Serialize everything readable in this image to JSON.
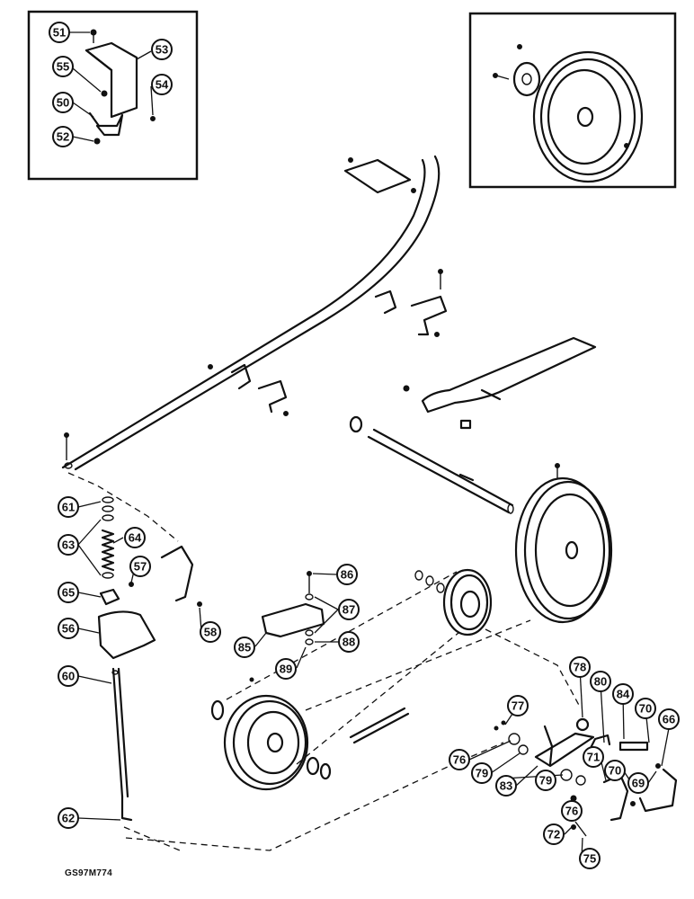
{
  "diagram_code": "GS97M774",
  "callouts": [
    "51",
    "53",
    "55",
    "54",
    "50",
    "52",
    "61",
    "63",
    "64",
    "57",
    "65",
    "58",
    "56",
    "60",
    "62",
    "86",
    "87",
    "85",
    "88",
    "89",
    "78",
    "80",
    "84",
    "70",
    "66",
    "77",
    "76",
    "79",
    "83",
    "71",
    "69",
    "72",
    "75"
  ]
}
